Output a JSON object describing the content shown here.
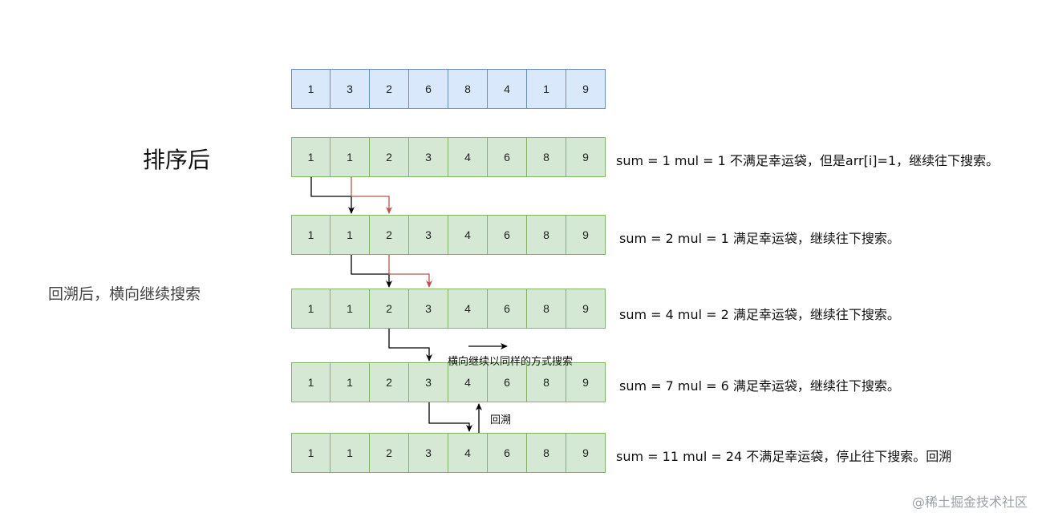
{
  "original_array": [
    "1",
    "3",
    "2",
    "6",
    "8",
    "4",
    "1",
    "9"
  ],
  "sorted_array": [
    "1",
    "1",
    "2",
    "3",
    "4",
    "6",
    "8",
    "9"
  ],
  "title": "排序后",
  "side_note": "回溯后，横向继续搜索",
  "steps": [
    {
      "note": "sum = 1 mul = 1 不满足幸运袋，但是arr[i]=1，继续往下搜索。"
    },
    {
      "note": "sum = 2 mul = 1 满足幸运袋，继续往下搜索。"
    },
    {
      "note": "sum = 4 mul = 2 满足幸运袋，继续往下搜索。"
    },
    {
      "note": "sum = 7 mul = 6 满足幸运袋，继续往下搜索。"
    },
    {
      "note": "sum = 11 mul = 24 不满足幸运袋，停止往下搜索。回溯"
    }
  ],
  "horizontal_label": "横向继续以同样的方式搜索",
  "backtrack_label": "回溯",
  "watermark": "@稀土掘金技术社区",
  "colors": {
    "blue_fill": "#dae8fc",
    "blue_border": "#6c8ebf",
    "green_fill": "#d5e8d4",
    "green_border": "#82b366",
    "arrow_black": "#000000",
    "arrow_red": "#b85450"
  }
}
